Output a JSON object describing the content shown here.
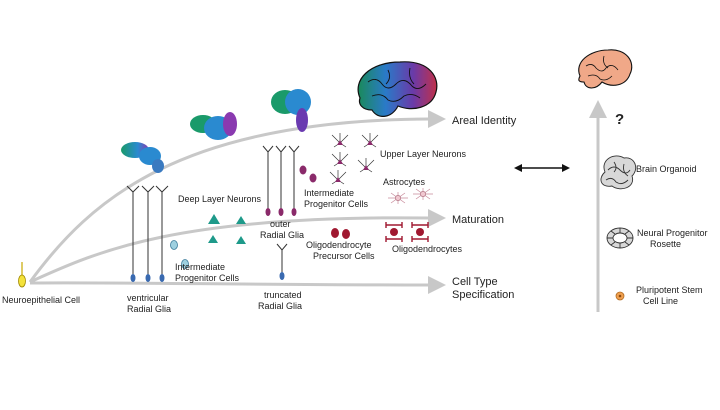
{
  "arrows": {
    "areal_identity": "Areal Identity",
    "maturation": "Maturation",
    "cell_type_specification": [
      "Cell Type",
      "Specification"
    ]
  },
  "cells": {
    "neuroepithelial": "Neuroepithelial Cell",
    "ventricular_radial_glia": [
      "ventricular",
      "Radial Glia"
    ],
    "intermediate_progenitor_lower": [
      "Intermediate",
      "Progenitor Cells"
    ],
    "deep_layer_neurons": "Deep Layer Neurons",
    "outer_radial_glia": [
      "outer",
      "Radial Glia"
    ],
    "truncated_radial_glia": [
      "truncated",
      "Radial Glia"
    ],
    "intermediate_progenitor_upper": [
      "Intermediate",
      "Progenitor Cells"
    ],
    "upper_layer_neurons": "Upper Layer Neurons",
    "astrocytes": "Astrocytes",
    "oligodendrocyte_precursor": [
      "Oligodendrocyte",
      "Precursor Cells"
    ],
    "oligodendrocytes": "Oligodendrocytes"
  },
  "models": {
    "question_mark": "?",
    "brain_organoid": "Brain Organoid",
    "neural_progenitor_rosette": [
      "Neural Progenitor",
      "Rosette"
    ],
    "pluripotent_stem_cell_line": [
      "Pluripotent Stem",
      "Cell Line"
    ]
  },
  "colors": {
    "arrow_gray": "#c8c8c8",
    "neuron_purple": "#8a2a6a",
    "teal": "#1e9a8a",
    "oligo_red": "#a01830",
    "brain_orange": "#f0a888"
  },
  "icons": [
    "double-arrow-icon",
    "brain-icon",
    "organoid-icon",
    "rosette-icon",
    "stem-cell-icon"
  ]
}
